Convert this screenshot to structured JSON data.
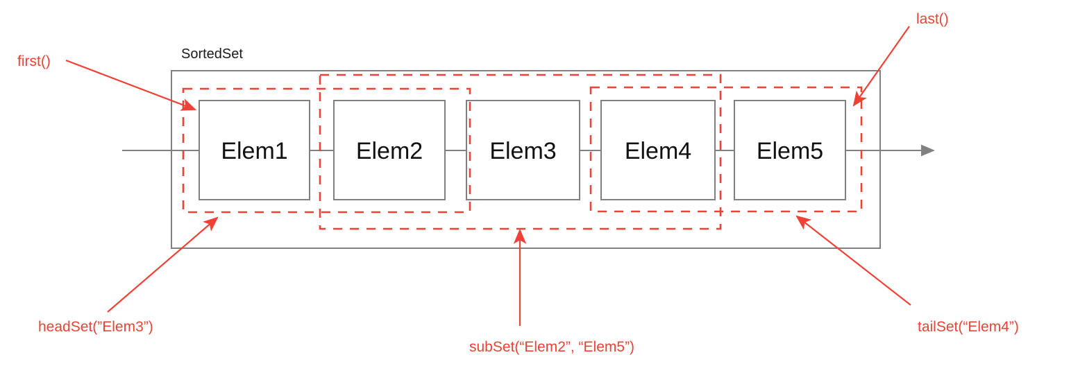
{
  "diagram": {
    "title": "SortedSet",
    "container_label": "SortedSet",
    "accent_color": "#ef4136",
    "line_color": "#808080",
    "text_color": "#111111",
    "elements": [
      {
        "label": "Elem1"
      },
      {
        "label": "Elem2"
      },
      {
        "label": "Elem3"
      },
      {
        "label": "Elem4"
      },
      {
        "label": "Elem5"
      }
    ],
    "annotations": [
      {
        "id": "first",
        "label": "first()"
      },
      {
        "id": "last",
        "label": "last()"
      },
      {
        "id": "headSet",
        "label": "headSet(”Elem3”)"
      },
      {
        "id": "subSet",
        "label": "subSet(“Elem2”, “Elem5”)"
      },
      {
        "id": "tailSet",
        "label": "tailSet(“Elem4”)"
      }
    ],
    "regions": [
      {
        "id": "headSet-region",
        "label": "headSet(”Elem3”)",
        "covers": [
          "Elem1",
          "Elem2"
        ]
      },
      {
        "id": "subSet-region",
        "label": "subSet(“Elem2”, “Elem5”)",
        "covers": [
          "Elem2",
          "Elem3",
          "Elem4"
        ]
      },
      {
        "id": "tailSet-region",
        "label": "tailSet(“Elem4”)",
        "covers": [
          "Elem4",
          "Elem5"
        ]
      }
    ]
  }
}
